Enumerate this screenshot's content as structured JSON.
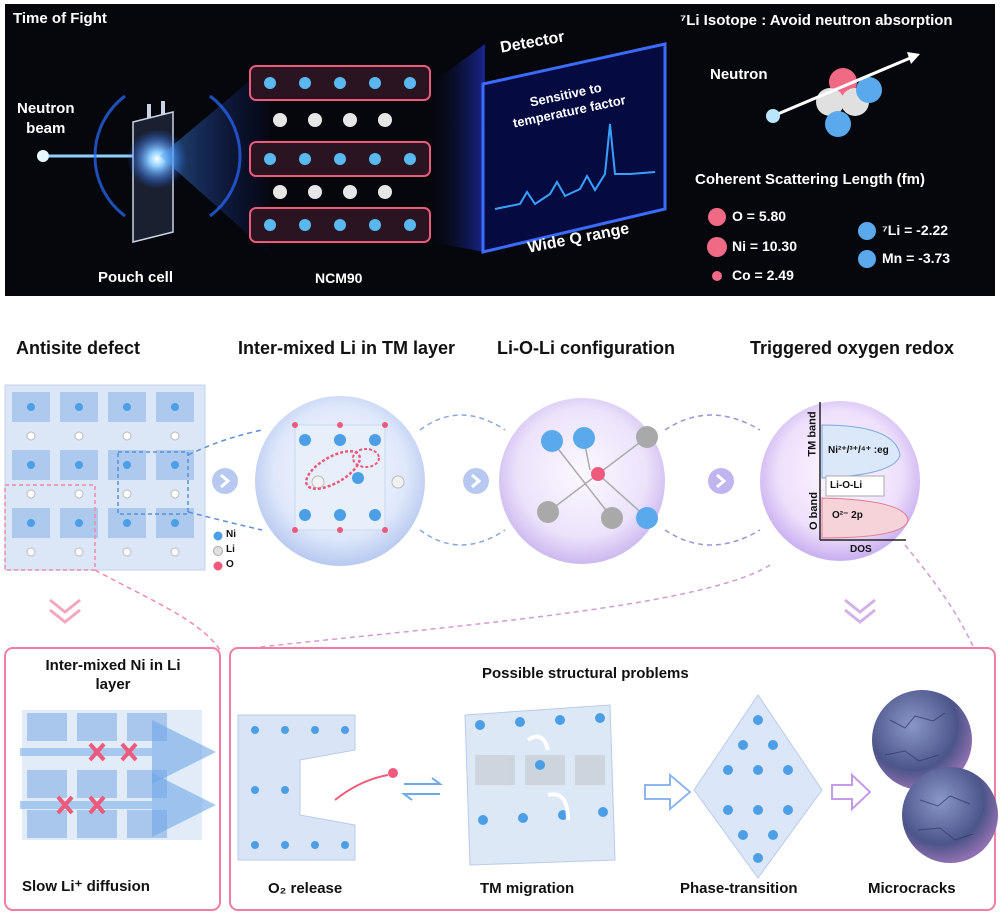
{
  "top": {
    "title": "Time of Fight",
    "isotope_note": "⁷Li Isotope : Avoid neutron absorption",
    "neutron_beam": [
      "Neutron",
      "beam"
    ],
    "pouch_cell": "Pouch cell",
    "sample": "NCM90",
    "detector": "Detector",
    "detector_text": [
      "Sensitive to",
      "temperature factor"
    ],
    "wide_q": "Wide Q range",
    "neutron": "Neutron",
    "scattering_title": "Coherent Scattering Length (fm)",
    "scattering": [
      {
        "label": "O = 5.80",
        "color": "#f06a86"
      },
      {
        "label": "Ni = 10.30",
        "color": "#f06a86"
      },
      {
        "label": "Co = 2.49",
        "color": "#f06a86"
      },
      {
        "label": "⁷Li = -2.22",
        "color": "#5aa9ec"
      },
      {
        "label": "Mn = -3.73",
        "color": "#5aa9ec"
      }
    ]
  },
  "middle": {
    "titles": [
      "Antisite defect",
      "Inter-mixed Li in TM layer",
      "Li-O-Li configuration",
      "Triggered oxygen redox"
    ],
    "legend": [
      {
        "label": "Ni",
        "color": "#4c9ee6"
      },
      {
        "label": "Li",
        "color": "#dcdcdc"
      },
      {
        "label": "O",
        "color": "#ef5a7c"
      }
    ],
    "dos": {
      "tm_band": "TM band",
      "o_band": "O band",
      "ni_label": "Ni²⁺/³⁺/⁴⁺ :eg",
      "lio_label": "Li-O-Li",
      "o2p_label": "O²⁻ 2p",
      "x_label": "DOS"
    }
  },
  "bottom": {
    "left_title": [
      "Inter-mixed Ni in Li",
      "layer"
    ],
    "left_caption": "Slow Li⁺ diffusion",
    "right_title": "Possible structural problems",
    "captions": [
      "O₂ release",
      "TM migration",
      "Phase-transition",
      "Microcracks"
    ]
  }
}
